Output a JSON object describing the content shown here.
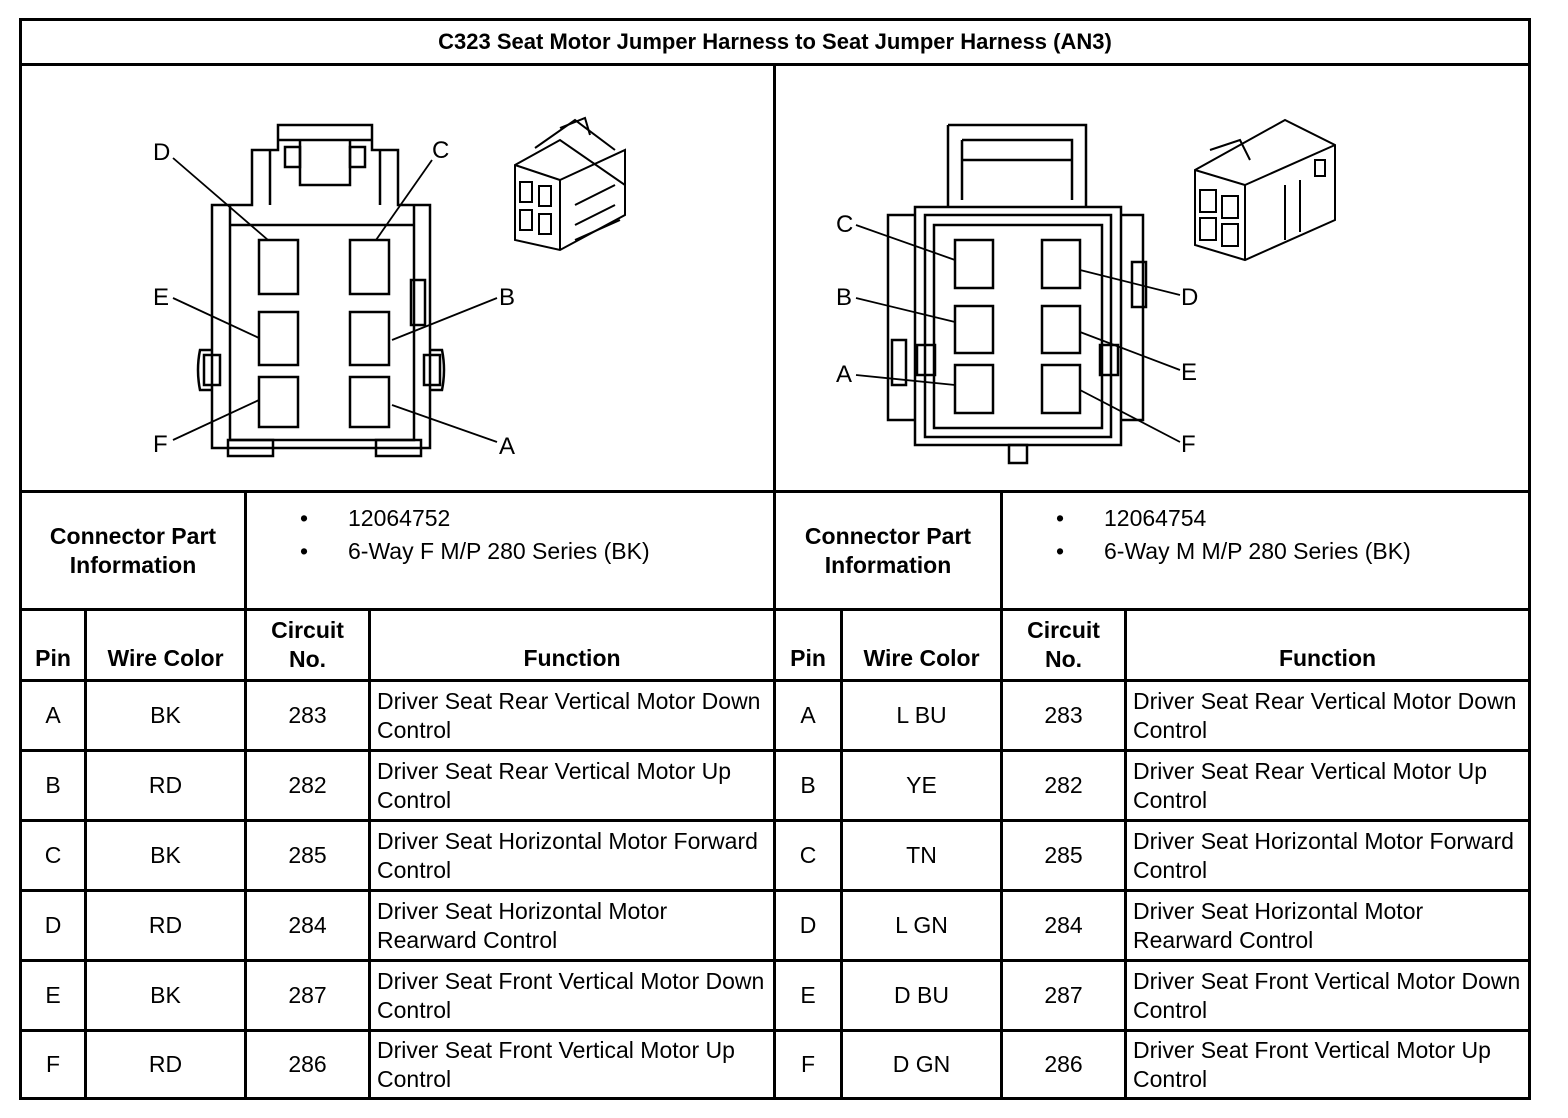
{
  "title": "C323 Seat Motor Jumper Harness to Seat Jumper Harness (AN3)",
  "left_connector": {
    "pin_labels": [
      "D",
      "C",
      "E",
      "B",
      "F",
      "A"
    ],
    "part_info_label": "Connector Part Information",
    "part_number": "12064752",
    "description": "6-Way F M/P 280 Series (BK)"
  },
  "right_connector": {
    "pin_labels": [
      "C",
      "B",
      "A",
      "D",
      "E",
      "F"
    ],
    "part_info_label": "Connector Part Information",
    "part_number": "12064754",
    "description": "6-Way M M/P 280 Series (BK)"
  },
  "headers": {
    "pin": "Pin",
    "wire_color": "Wire Color",
    "circuit_no": "Circuit No.",
    "function": "Function"
  },
  "left_rows": [
    {
      "pin": "A",
      "wire": "BK",
      "circuit": "283",
      "function": "Driver Seat Rear Vertical Motor Down Control"
    },
    {
      "pin": "B",
      "wire": "RD",
      "circuit": "282",
      "function": "Driver Seat Rear Vertical Motor Up Control"
    },
    {
      "pin": "C",
      "wire": "BK",
      "circuit": "285",
      "function": "Driver Seat Horizontal Motor Forward Control"
    },
    {
      "pin": "D",
      "wire": "RD",
      "circuit": "284",
      "function": "Driver Seat Horizontal Motor Rearward Control"
    },
    {
      "pin": "E",
      "wire": "BK",
      "circuit": "287",
      "function": "Driver Seat Front Vertical Motor Down Control"
    },
    {
      "pin": "F",
      "wire": "RD",
      "circuit": "286",
      "function": "Driver Seat Front Vertical Motor Up Control"
    }
  ],
  "right_rows": [
    {
      "pin": "A",
      "wire": "L BU",
      "circuit": "283",
      "function": "Driver Seat Rear Vertical Motor Down Control"
    },
    {
      "pin": "B",
      "wire": "YE",
      "circuit": "282",
      "function": "Driver Seat Rear Vertical Motor Up Control"
    },
    {
      "pin": "C",
      "wire": "TN",
      "circuit": "285",
      "function": "Driver Seat Horizontal Motor Forward Control"
    },
    {
      "pin": "D",
      "wire": "L GN",
      "circuit": "284",
      "function": "Driver Seat Horizontal Motor Rearward Control"
    },
    {
      "pin": "E",
      "wire": "D BU",
      "circuit": "287",
      "function": "Driver Seat Front Vertical Motor Down Control"
    },
    {
      "pin": "F",
      "wire": "D GN",
      "circuit": "286",
      "function": "Driver Seat Front Vertical Motor Up Control"
    }
  ]
}
